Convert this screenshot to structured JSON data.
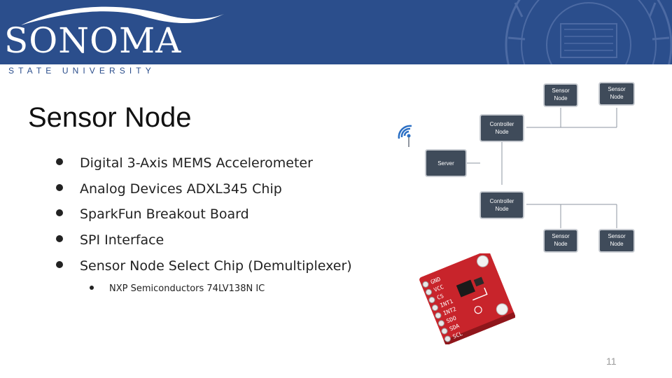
{
  "header": {
    "logo_word": "SONOMA",
    "logo_sub": "STATE UNIVERSITY"
  },
  "title": "Sensor Node",
  "bullets": [
    "Digital 3-Axis MEMS Accelerometer",
    "Analog Devices ADXL345 Chip",
    "SparkFun Breakout Board",
    "SPI Interface",
    "Sensor Node Select Chip (Demultiplexer)"
  ],
  "sub_bullets": [
    "NXP Semiconductors 74LV138N IC"
  ],
  "diagram": {
    "server": "Server",
    "controller": [
      "Controller",
      "Node"
    ],
    "sensor": [
      "Sensor",
      "Node"
    ]
  },
  "board_pins": [
    "GND",
    "VCC",
    "CS",
    "INT1",
    "INT2",
    "SDO",
    "SDA",
    "SCL"
  ],
  "page_number": "11",
  "colors": {
    "header_blue": "#2b4e8c",
    "node_fill": "#3f4b5a",
    "board_red": "#c8242b"
  }
}
